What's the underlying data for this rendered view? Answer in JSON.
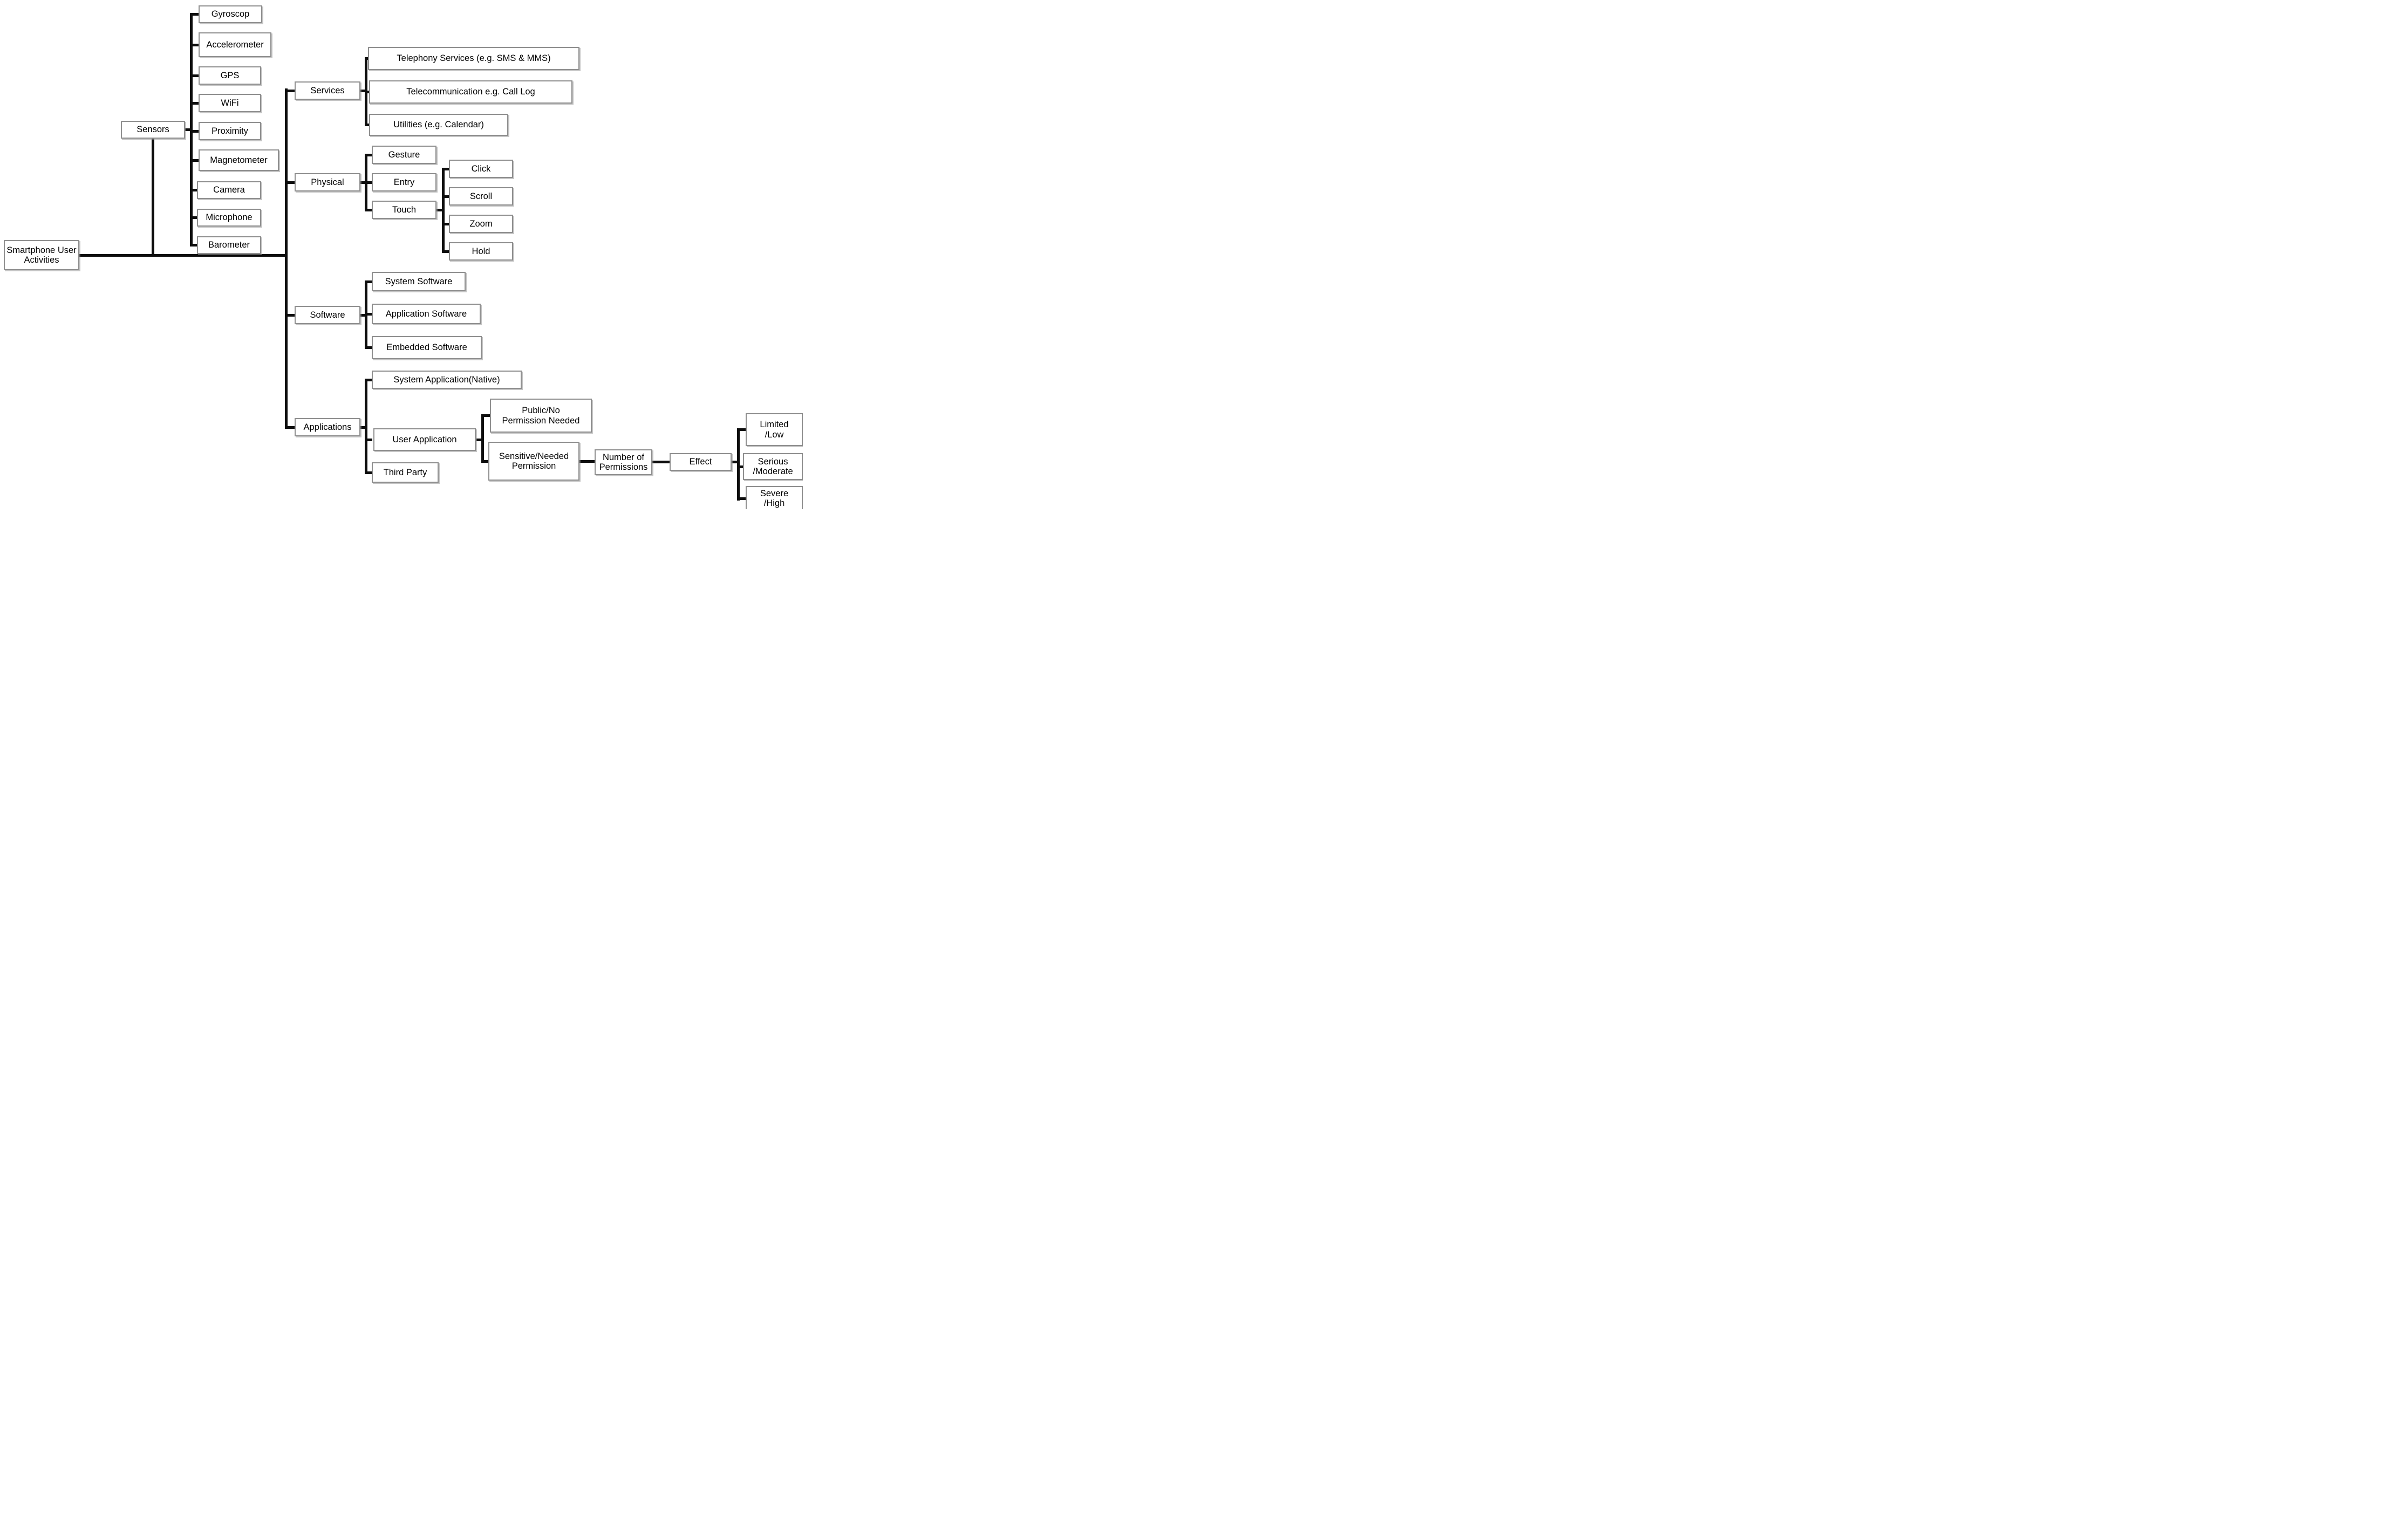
{
  "diagram_title": "Smartphone User Activities taxonomy",
  "colors": {
    "background": "#ffffff",
    "box_fill": "#ffffff",
    "box_border": "#8f8f8f",
    "line": "#0d0d0d",
    "text": "#000000"
  },
  "nodes": {
    "root": "Smartphone User\nActivities",
    "sensors": "Sensors",
    "gyroscop": "Gyroscop",
    "accelerometer": "Accelerometer",
    "gps": "GPS",
    "wifi": "WiFi",
    "proximity": "Proximity",
    "magnetometer": "Magnetometer",
    "camera": "Camera",
    "microphone": "Microphone",
    "barometer": "Barometer",
    "services": "Services",
    "physical": "Physical",
    "software": "Software",
    "applications": "Applications",
    "telephony_services": "Telephony Services (e.g. SMS & MMS)",
    "telecommunication": "Telecommunication e.g. Call Log",
    "utilities": "Utilities (e.g. Calendar)",
    "gesture": "Gesture",
    "entry": "Entry",
    "touch": "Touch",
    "click": "Click",
    "scroll": "Scroll",
    "zoom": "Zoom",
    "hold": "Hold",
    "system_software": "System Software",
    "application_software": "Application Software",
    "embedded_software": "Embedded Software",
    "system_application_native": "System Application(Native)",
    "user_application": "User Application",
    "third_party": "Third Party",
    "public_no_permission": "Public/No\nPermission Needed",
    "sensitive_needed_permission": "Sensitive/Needed\nPermission",
    "number_of_permissions": "Number of\nPermissions",
    "effect": "Effect",
    "limited_low": "Limited\n/Low",
    "serious_moderate": "Serious\n/Moderate",
    "severe_high": "Severe\n/High"
  },
  "edges": [
    {
      "parent": "root",
      "children": [
        "sensors",
        "services",
        "physical",
        "software",
        "applications"
      ]
    },
    {
      "parent": "sensors",
      "children": [
        "gyroscop",
        "accelerometer",
        "gps",
        "wifi",
        "proximity",
        "magnetometer",
        "camera",
        "microphone",
        "barometer"
      ]
    },
    {
      "parent": "services",
      "children": [
        "telephony_services",
        "telecommunication",
        "utilities"
      ]
    },
    {
      "parent": "physical",
      "children": [
        "gesture",
        "entry",
        "touch"
      ]
    },
    {
      "parent": "touch",
      "children": [
        "click",
        "scroll",
        "zoom",
        "hold"
      ]
    },
    {
      "parent": "software",
      "children": [
        "system_software",
        "application_software",
        "embedded_software"
      ]
    },
    {
      "parent": "applications",
      "children": [
        "system_application_native",
        "user_application",
        "third_party"
      ]
    },
    {
      "parent": "user_application",
      "children": [
        "public_no_permission",
        "sensitive_needed_permission"
      ]
    },
    {
      "parent": "sensitive_needed_permission",
      "children": [
        "number_of_permissions"
      ]
    },
    {
      "parent": "number_of_permissions",
      "children": [
        "effect"
      ]
    },
    {
      "parent": "effect",
      "children": [
        "limited_low",
        "serious_moderate",
        "severe_high"
      ]
    }
  ]
}
